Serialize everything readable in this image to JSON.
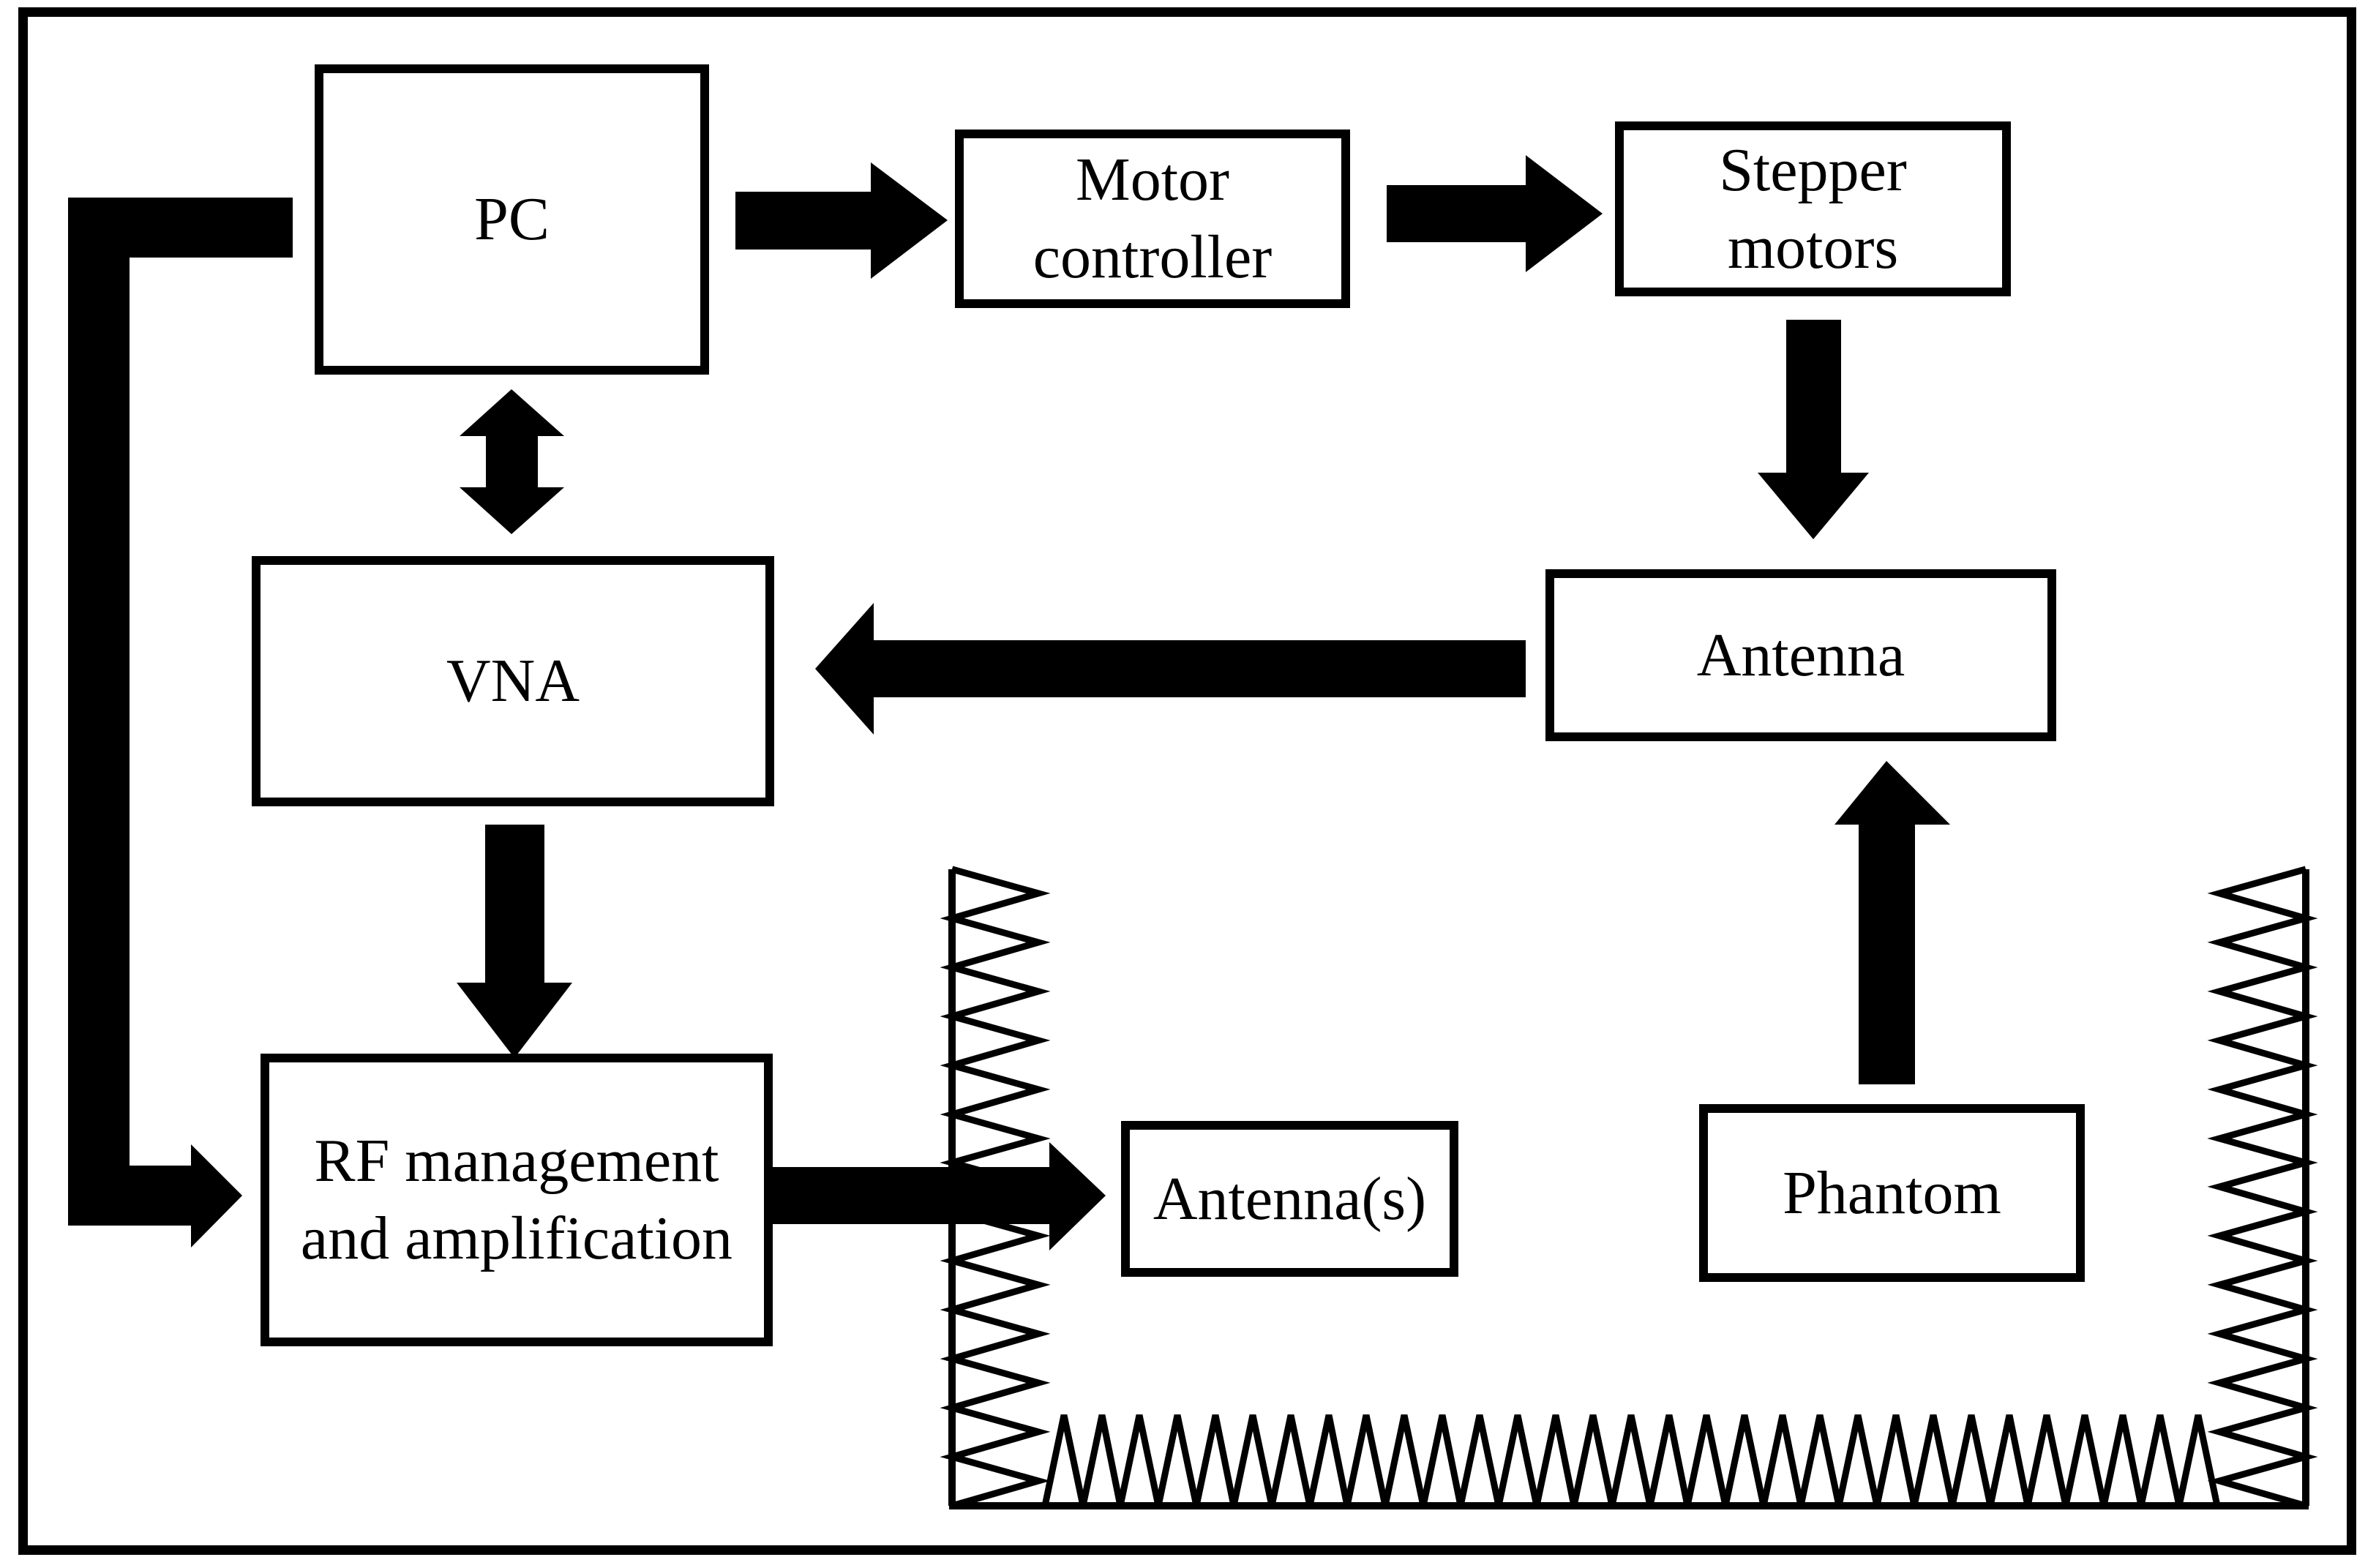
{
  "colors": {
    "ink": "#000000",
    "background": "#ffffff"
  },
  "nodes": {
    "pc": {
      "label": [
        "PC"
      ]
    },
    "motor_controller": {
      "label": [
        "Motor",
        "controller"
      ]
    },
    "stepper_motors": {
      "label": [
        "Stepper",
        "motors"
      ]
    },
    "vna": {
      "label": [
        "VNA"
      ]
    },
    "antenna": {
      "label": [
        "Antenna"
      ]
    },
    "rf_management": {
      "label": [
        "RF management",
        "and amplification"
      ]
    },
    "antennas": {
      "label": [
        "Antenna(s)"
      ]
    },
    "phantom": {
      "label": [
        "Phantom"
      ]
    }
  },
  "edges": [
    {
      "from": "PC",
      "to": "Motor controller",
      "direction": "right",
      "style": "solid-block-arrow"
    },
    {
      "from": "Motor controller",
      "to": "Stepper motors",
      "direction": "right",
      "style": "solid-block-arrow"
    },
    {
      "from": "Stepper motors",
      "to": "Antenna",
      "direction": "down",
      "style": "solid-block-arrow"
    },
    {
      "from": "PC",
      "to": "VNA",
      "direction": "vertical",
      "bidirectional": true,
      "style": "solid-block-arrow"
    },
    {
      "from": "Antenna",
      "to": "VNA",
      "direction": "left",
      "style": "solid-block-arrow"
    },
    {
      "from": "VNA",
      "to": "RF management and amplification",
      "direction": "down",
      "style": "solid-block-arrow"
    },
    {
      "from": "PC",
      "to": "RF management and amplification",
      "direction": "elbow-left-then-down-then-right",
      "style": "solid-block-arrow"
    },
    {
      "from": "RF management and amplification",
      "to": "Antenna(s)",
      "direction": "right",
      "style": "solid-block-arrow",
      "note": "passes through left absorber wall"
    },
    {
      "from": "Phantom",
      "to": "Antenna",
      "direction": "up",
      "style": "solid-block-arrow"
    }
  ],
  "chamber": {
    "absorber_strips": [
      "left-vertical",
      "right-vertical",
      "bottom-horizontal"
    ],
    "description": "anechoic absorber zigzag walls enclosing Antenna(s) and Phantom region"
  }
}
